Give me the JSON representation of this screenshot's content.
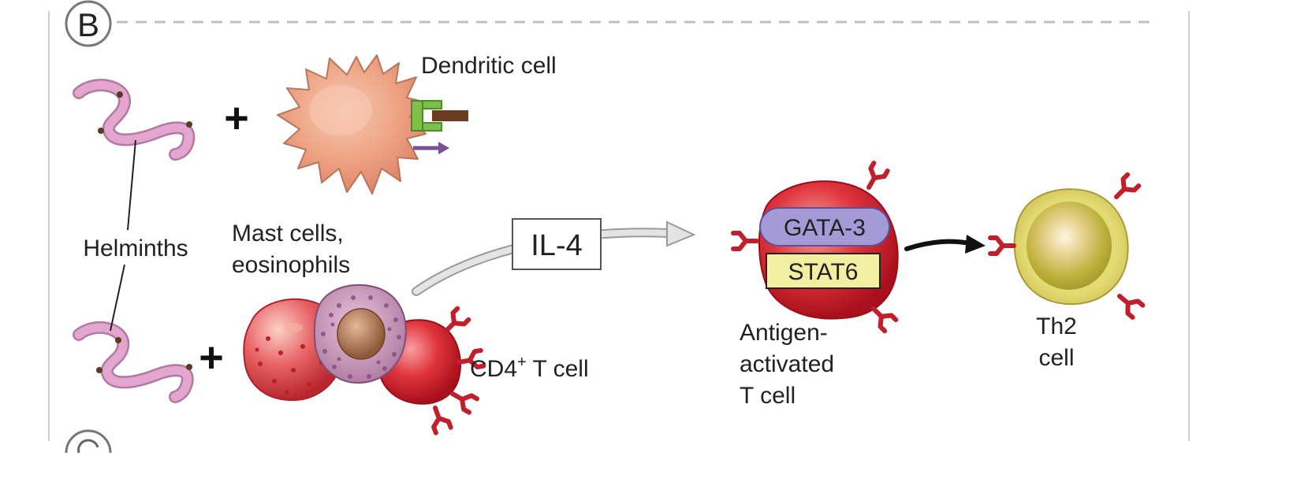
{
  "panel": {
    "letter": "B",
    "next_letter_fragment": "C"
  },
  "labels": {
    "dendritic_cell": "Dendritic cell",
    "helminths": "Helminths",
    "mast_cells_line1": "Mast cells,",
    "mast_cells_line2": "eosinophils",
    "cd4_prefix": "CD4",
    "cd4_superscript": "+",
    "cd4_suffix": " T cell",
    "il4": "IL-4",
    "gata3": "GATA-3",
    "stat6": "STAT6",
    "antigen_line1": "Antigen-",
    "antigen_line2": "activated",
    "antigen_line3": "T cell",
    "th2_line1": "Th2",
    "th2_line2": "cell",
    "plus_top": "+",
    "plus_bottom": "+"
  },
  "colors": {
    "helminth": "#d99ac6",
    "dendritic": "#f2b094",
    "receptor_red": "#c01f2c",
    "t_cell_red": "#d8232e",
    "th2_yellow": "#cfc65a",
    "gata_purple": "#a49ad6",
    "stat_yellow": "#f2eea2",
    "arrow_grey": "#cfcfcf",
    "frame": "#c8c8c8"
  }
}
